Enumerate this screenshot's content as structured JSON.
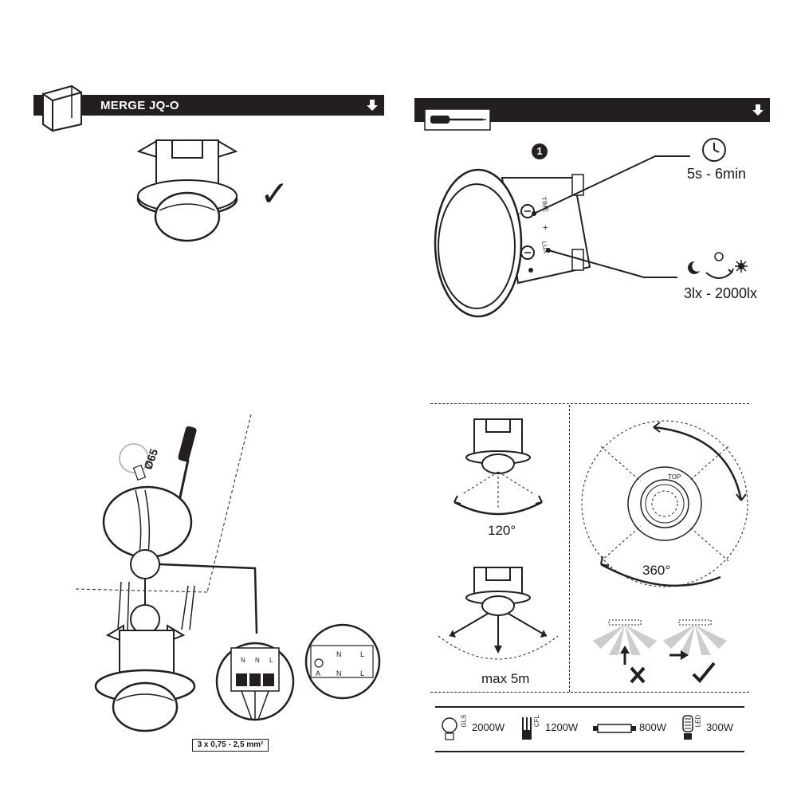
{
  "header_left": {
    "title": "MERGE JQ-O"
  },
  "settings": {
    "step_number": "1",
    "time_range": "5s - 6min",
    "lux_range": "3lx - 2000lx",
    "time_knob_label": "TIME",
    "lux_knob_label": "LUX",
    "minus": "-",
    "plus": "+"
  },
  "install": {
    "hole_diameter": "Ø65",
    "cable_spec": "3 x 0,75 - 2,5 mm²",
    "terminal_labels": [
      "N",
      "N",
      "L"
    ],
    "switch_labels": [
      "N",
      "L",
      "N",
      "L",
      "A"
    ]
  },
  "detection": {
    "angle": "120°",
    "range": "max 5m",
    "coverage": "360°",
    "top_label": "TOP"
  },
  "loads": [
    {
      "type": "GLS",
      "power": "2000W",
      "icon": "incandescent-bulb-icon"
    },
    {
      "type": "CFL",
      "power": "1200W",
      "icon": "cfl-bulb-icon"
    },
    {
      "type": "",
      "power": "800W",
      "icon": "fluorescent-tube-icon"
    },
    {
      "type": "LED",
      "power": "300W",
      "icon": "led-bulb-icon"
    }
  ]
}
